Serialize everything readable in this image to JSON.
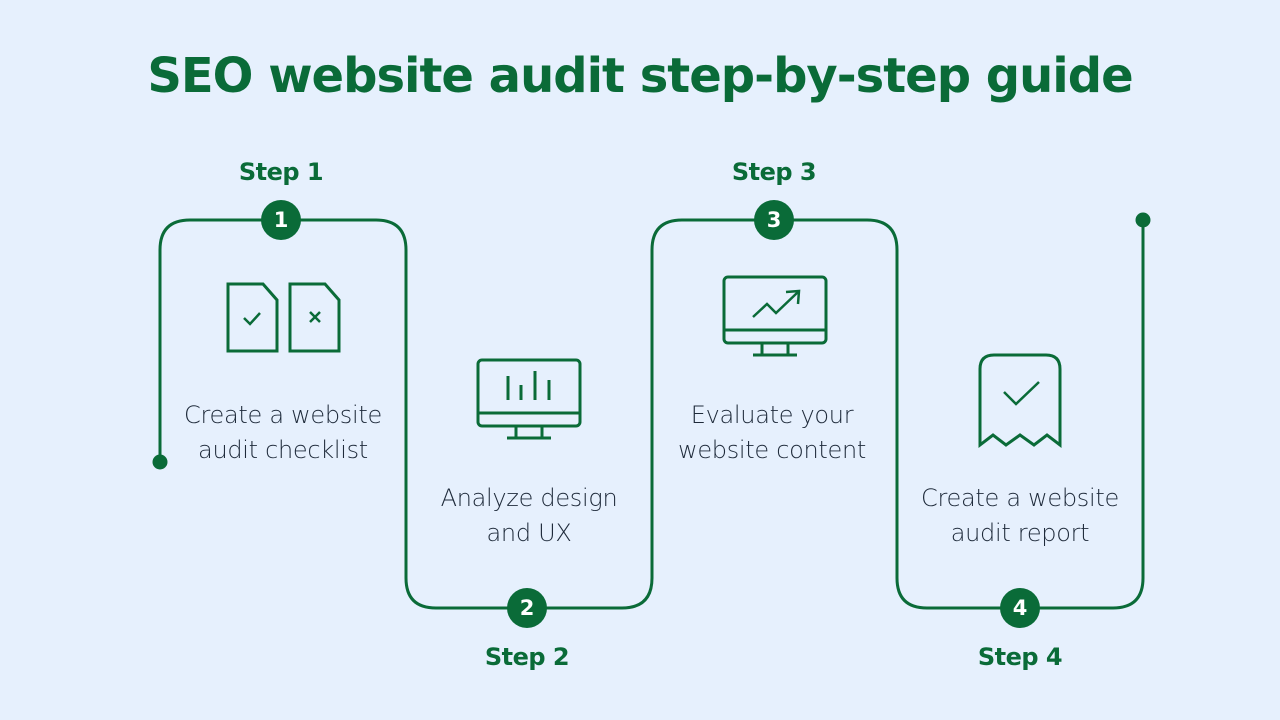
{
  "title": "SEO website audit step-by-step guide",
  "colors": {
    "accent": "#0a6b38",
    "background": "#e6f0fd",
    "text": "#1e2a3a"
  },
  "steps": [
    {
      "label": "Step 1",
      "number": "1",
      "line1": "Create a website",
      "line2": "audit checklist",
      "icon": "document-check-cross-icon"
    },
    {
      "label": "Step 2",
      "number": "2",
      "line1": "Analyze design",
      "line2": "and UX",
      "icon": "monitor-bar-chart-icon"
    },
    {
      "label": "Step 3",
      "number": "3",
      "line1": "Evaluate your",
      "line2": "website content",
      "icon": "monitor-trend-up-icon"
    },
    {
      "label": "Step 4",
      "number": "4",
      "line1": "Create a website",
      "line2": "audit report",
      "icon": "receipt-check-icon"
    }
  ]
}
